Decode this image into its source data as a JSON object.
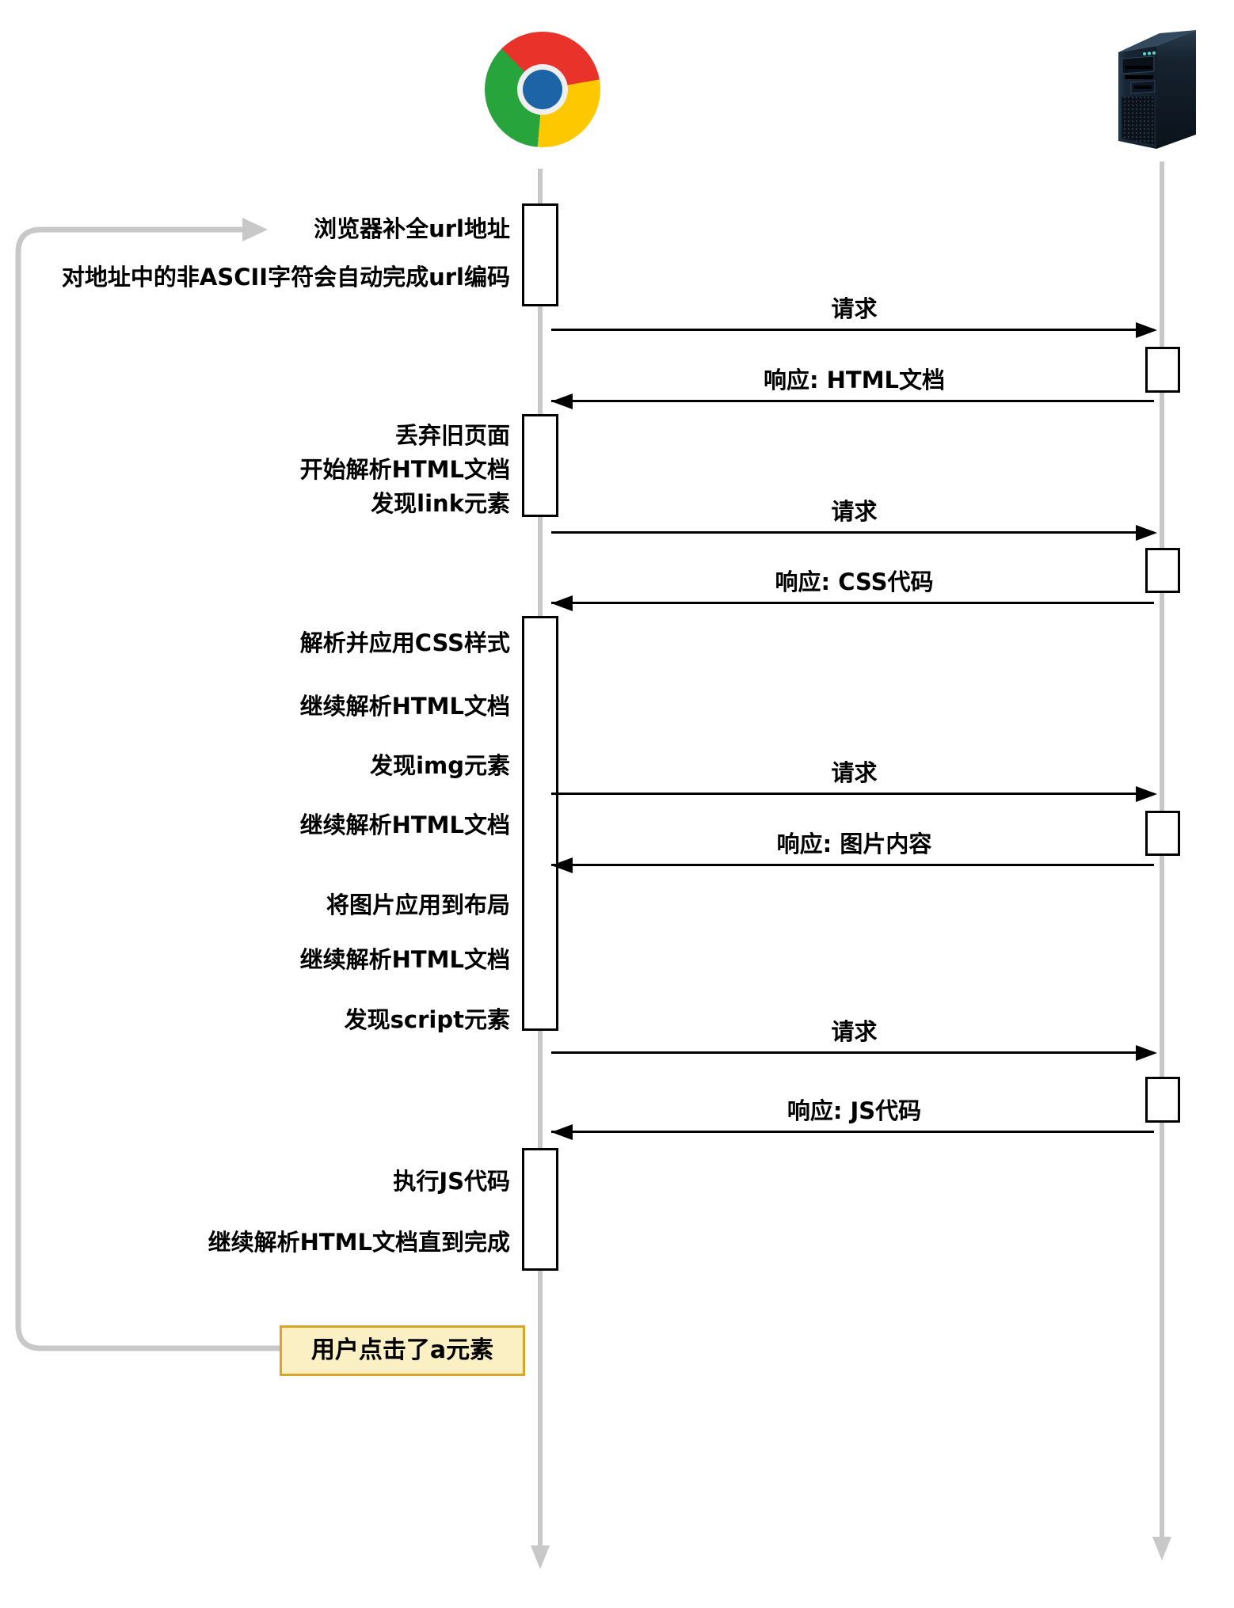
{
  "actors": {
    "browser_icon": "chrome-logo-icon",
    "server_icon": "server-tower-icon"
  },
  "colors": {
    "lifeline": "#c8c8c8",
    "arrow": "#000000",
    "note_fill": "#fbf0c4",
    "note_border": "#d8a52c",
    "chrome_red": "#e8322a",
    "chrome_yellow": "#fdc800",
    "chrome_green": "#27a43c",
    "chrome_blue": "#1c64a5",
    "led_teal": "#4adfd2"
  },
  "steps": [
    "浏览器补全url地址",
    "对地址中的非ASCII字符会自动完成url编码",
    "丢弃旧页面",
    "开始解析HTML文档",
    "发现link元素",
    "解析并应用CSS样式",
    "继续解析HTML文档",
    "发现img元素",
    "继续解析HTML文档",
    "将图片应用到布局",
    "继续解析HTML文档",
    "发现script元素",
    "执行JS代码",
    "继续解析HTML文档直到完成"
  ],
  "messages": [
    {
      "label": "请求",
      "direction": "right"
    },
    {
      "label": "响应: HTML文档",
      "direction": "left"
    },
    {
      "label": "请求",
      "direction": "right"
    },
    {
      "label": "响应: CSS代码",
      "direction": "left"
    },
    {
      "label": "请求",
      "direction": "right"
    },
    {
      "label": "响应: 图片内容",
      "direction": "left"
    },
    {
      "label": "请求",
      "direction": "right"
    },
    {
      "label": "响应: JS代码",
      "direction": "left"
    }
  ],
  "note": {
    "label": "用户点击了a元素"
  }
}
